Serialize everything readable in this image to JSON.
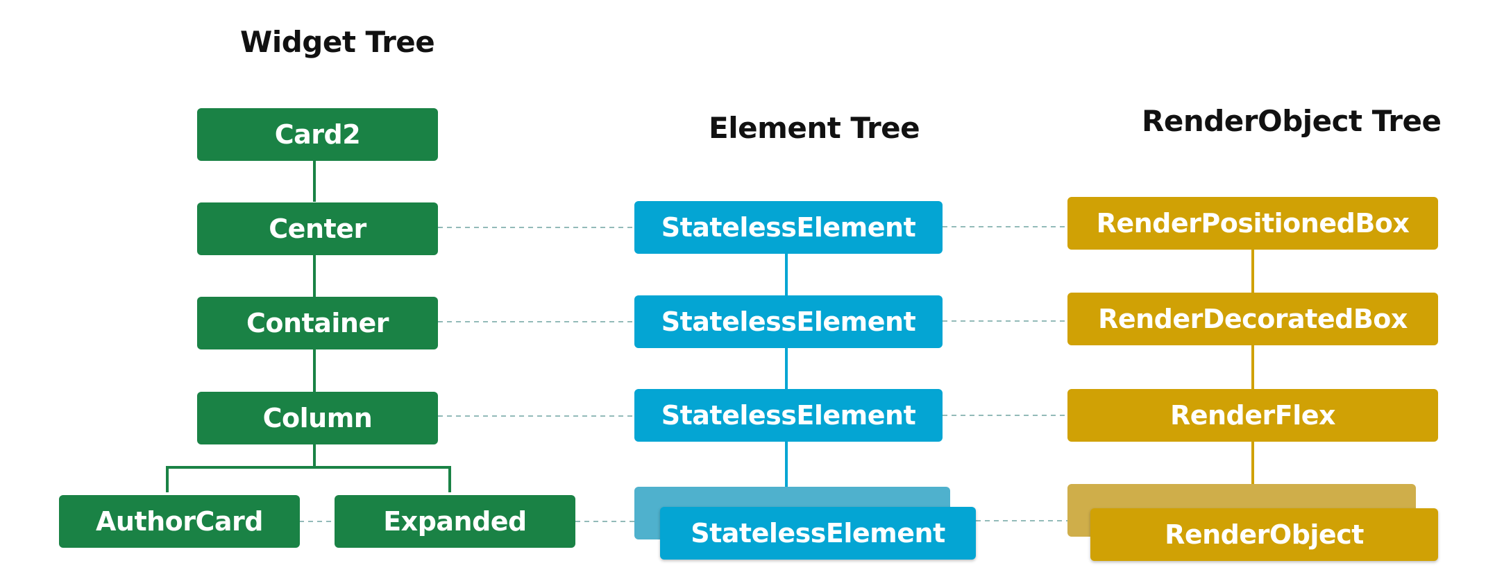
{
  "titles": {
    "widget_tree": "Widget Tree",
    "element_tree": "Element Tree",
    "render_tree": "RenderObject Tree"
  },
  "widget_tree": {
    "card2": "Card2",
    "center": "Center",
    "container": "Container",
    "column": "Column",
    "author_card": "AuthorCard",
    "expanded": "Expanded"
  },
  "element_tree": {
    "center_element": "StatelessElement",
    "container_element": "StatelessElement",
    "column_element": "StatelessElement",
    "expanded_element": "StatelessElement"
  },
  "render_tree": {
    "positioned_box": "RenderPositionedBox",
    "decorated_box": "RenderDecoratedBox",
    "flex": "RenderFlex",
    "object": "RenderObject"
  },
  "colors": {
    "widget": "#1a8245",
    "element": "#04a5d3",
    "render": "#d0a105",
    "dashed_link": "#6fa3a0"
  }
}
